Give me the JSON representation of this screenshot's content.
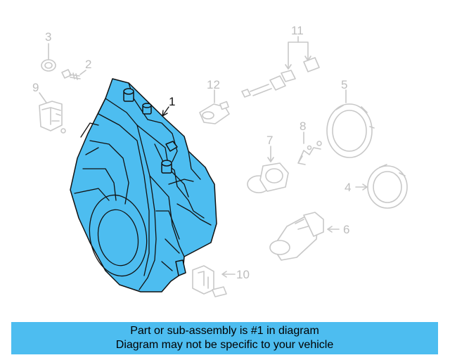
{
  "callouts": {
    "c1": "1",
    "c2": "2",
    "c3": "3",
    "c4": "4",
    "c5": "5",
    "c6": "6",
    "c7": "7",
    "c8": "8",
    "c9": "9",
    "c10": "10",
    "c11": "11",
    "c12": "12"
  },
  "caption": {
    "line1": "Part or sub-assembly is #1 in diagram",
    "line2": "Diagram may not be specific to your vehicle"
  },
  "colors": {
    "highlight": "#4dbdf0",
    "ghost": "#c8c8c8",
    "outline": "#111111"
  }
}
